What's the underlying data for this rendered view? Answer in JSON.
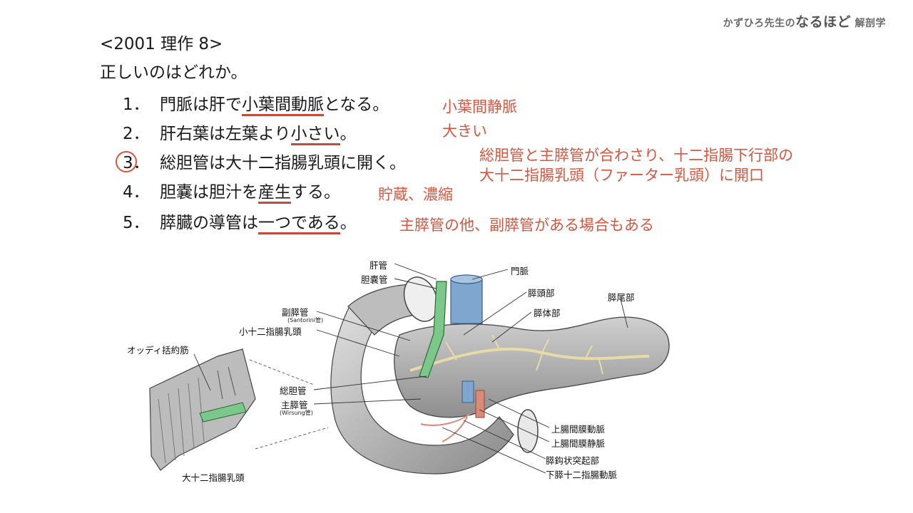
{
  "brand": {
    "prefix": "かずひろ先生の",
    "highlight": "なるほど",
    "suffix": "解剖学"
  },
  "question": {
    "code": "<2001 理作 8>",
    "prompt": "正しいのはどれか。",
    "options": [
      {
        "num": "1．",
        "before": "門脈は肝で",
        "underlined": "小葉間動脈",
        "after": "となる。"
      },
      {
        "num": "2．",
        "before": "肝右葉は左葉より",
        "underlined": "小さい",
        "after": "。"
      },
      {
        "num": "3．",
        "before": "総胆管は大十二指腸乳頭に開く。",
        "underlined": "",
        "after": ""
      },
      {
        "num": "4．",
        "before": "胆嚢は胆汁を",
        "underlined": "産生",
        "after": "する。"
      },
      {
        "num": "5．",
        "before": "膵臓の導管は",
        "underlined": "一つである",
        "after": "。"
      }
    ],
    "correct_option": 3
  },
  "annotations": {
    "opt1": "小葉間静脈",
    "opt2": "大きい",
    "opt3_line1": "総胆管と主膵管が合わさり、十二指腸下行部の",
    "opt3_line2": "大十二指腸乳頭（ファーター乳頭）に開口",
    "opt4": "貯蔵、濃縮",
    "opt5": "主膵管の他、副膵管がある場合もある"
  },
  "figure_labels": {
    "kankan": "肝管",
    "tannokan": "胆嚢管",
    "monmyaku": "門脈",
    "suitobu": "膵頭部",
    "suitaibu": "膵体部",
    "suibibu": "膵尾部",
    "fukusuikan": "副膵管",
    "fukusuikan_sub": "(Santorini管)",
    "shonyuto": "小十二指腸乳頭",
    "oddi": "オッディ括約筋",
    "sotankan": "総胆管",
    "shusuikan": "主膵管",
    "shusuikan_sub": "(Wirsung管)",
    "jomakudo": "上腸間膜動脈",
    "jomakujo": "上腸間膜静脈",
    "kokyo": "膵鈎状突起部",
    "kasui": "下膵十二指腸動脈",
    "dainyuto": "大十二指腸乳頭"
  },
  "colors": {
    "accent_red": "#d9553f",
    "duct_green": "#7bc88a",
    "vein_blue": "#7fa6cf",
    "artery_salmon": "#d98a78",
    "pancreas_duct_yellow": "#e6dba6"
  }
}
